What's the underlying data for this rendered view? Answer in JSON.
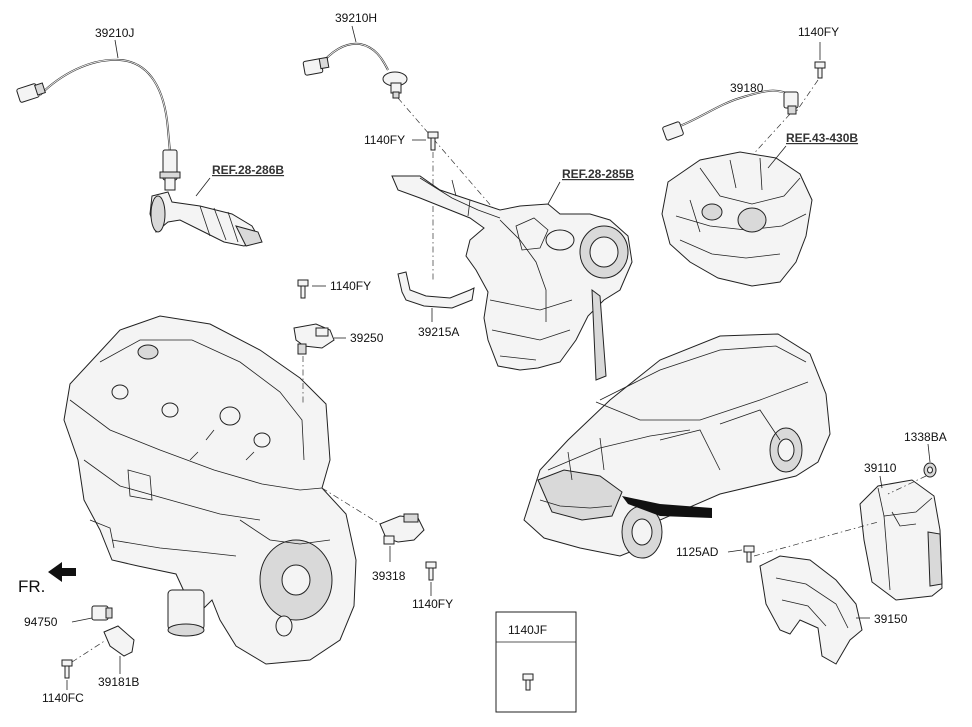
{
  "labels": {
    "p39210J": "39210J",
    "p39210H": "39210H",
    "p1140FY_top": "1140FY",
    "p39180": "39180",
    "ref43": "REF.43-430B",
    "ref28_286": "REF.28-286B",
    "p1140FY_mid": "1140FY",
    "ref28_285": "REF.28-285B",
    "p1140FY_cam": "1140FY",
    "p39250": "39250",
    "p39215A": "39215A",
    "p1338BA": "1338BA",
    "p39110": "39110",
    "fr": "FR.",
    "p39318": "39318",
    "p1125AD": "1125AD",
    "p94750": "94750",
    "p1140FY_crank": "1140FY",
    "p39150": "39150",
    "p1140JF": "1140JF",
    "p39181B": "39181B",
    "p1140FC": "1140FC"
  }
}
